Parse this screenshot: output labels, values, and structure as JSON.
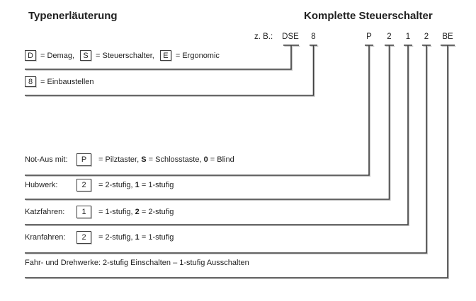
{
  "titles": {
    "left": "Typenerläuterung",
    "right": "Komplette Steuerschalter"
  },
  "type_code": {
    "prefix": "z. B.:",
    "segments": [
      {
        "text": "DSE"
      },
      {
        "text": "8"
      },
      {
        "text": "P"
      },
      {
        "text": "2"
      },
      {
        "text": "1"
      },
      {
        "text": "2"
      },
      {
        "text": "BE"
      }
    ]
  },
  "rows": {
    "letters": {
      "boxes": [
        {
          "char": "D",
          "desc": "= Demag,"
        },
        {
          "char": "S",
          "desc": "= Steuerschalter,"
        },
        {
          "char": "E",
          "desc": "= Ergonomic"
        }
      ]
    },
    "einbaustellen": {
      "box": "8",
      "desc": "= Einbaustellen"
    },
    "notaus": {
      "label": "Not-Aus mit:",
      "box": "P",
      "parts": {
        "p1": "= Pilztaster, ",
        "b1": "S",
        "p2": " = Schlosstaste, ",
        "b2": "0",
        "p3": " = Blind"
      }
    },
    "hubwerk": {
      "label": "Hubwerk:",
      "box": "2",
      "parts": {
        "p1": "= 2-stufig, ",
        "b1": "1",
        "p2": " = 1-stufig"
      }
    },
    "katzfahren": {
      "label": "Katzfahren:",
      "box": "1",
      "parts": {
        "p1": "= 1-stufig, ",
        "b1": "2",
        "p2": " = 2-stufig"
      }
    },
    "kranfahren": {
      "label": "Kranfahren:",
      "box": "2",
      "parts": {
        "p1": "= 2-stufig, ",
        "b1": "1",
        "p2": " = 1-stufig"
      }
    },
    "fahrwerke": {
      "text": "Fahr- und Drehwerke: 2-stufig Einschalten – 1-stufig Ausschalten"
    }
  },
  "colors": {
    "background": "#ffffff",
    "text": "#1f1f1f",
    "line": "#3f3f3f",
    "line_shadow": "#c2c2c2"
  }
}
